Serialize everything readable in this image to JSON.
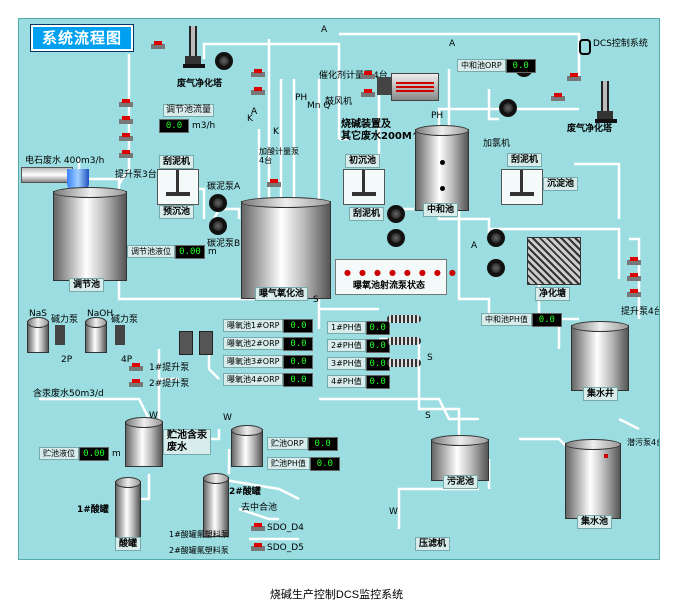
{
  "title": "系统流程图",
  "caption": "烧碱生产控制DCS监控系统",
  "dcs_label": "DCS控制系统",
  "labels": {
    "scrubber_1": "废气净化塔",
    "scrubber_2": "废气净化塔",
    "reg_flow": "调节池流量",
    "flow_unit": "m3/h",
    "carbide_water": "电石废水 400m3/h",
    "lift_pump": "提升泵3台",
    "scraper_1": "刮泥机",
    "scraper_2": "刮泥机",
    "scraper_3": "刮泥机",
    "pre_settling": "预沉池",
    "sludge_pump_a": "碳泥泵A",
    "sludge_pump_b": "碳泥泵B",
    "reg_tank": "调节池",
    "reg_level": "调节池液位",
    "level_unit": "m",
    "aeration_tank": "曝气氧化池",
    "meter_pump_1": "加酸计量泵4台",
    "meter_pump_2": "催化剂计量泵4台",
    "blower": "鼓风机",
    "primary_settling": "初沉池",
    "neutral_tank": "中和池",
    "add_acid": "加氯机",
    "settling": "沉淀池",
    "purify_tank": "净化塘",
    "other_water": "烧碱装置及\n其它废水200M^3/H",
    "aeration_pump_state": "曝氧池射流泵状态",
    "neutral_orp": "中和池ORP",
    "neutral_ph": "中和池PH值",
    "naoh": "NaOH",
    "nas": "NaS",
    "pump_2p": "2P",
    "pump_4p": "4P",
    "meter_a": "碱力泵",
    "meter_b": "碱力泵",
    "lift_1": "1#提升泵",
    "lift_2": "2#提升泵",
    "mercury_water": "含汞废水50m3/d",
    "storage_tank": "贮池含汞\n废水",
    "storage_level": "贮池液位",
    "storage_orp": "贮池ORP",
    "storage_ph": "贮池PH值",
    "collect_well": "集水井",
    "collect_tank": "集水池",
    "sludge_tank": "污泥池",
    "press": "压滤机",
    "acid_tank": "酸罐",
    "acid_1": "1#酸罐",
    "acid_2": "2#酸罐",
    "to_neutral": "去中合池",
    "acid_pump_1": "1#酸罐氟塑料泵",
    "acid_pump_2": "2#酸罐氟塑料泵",
    "sdo4": "SDO_D4",
    "sdo5": "SDO_D5",
    "submersible": "潜污泵4台",
    "lift_pump4": "提升泵4台",
    "line_a1": "A",
    "line_a2": "A",
    "line_k1": "K",
    "line_k2": "K",
    "line_ph": "PH",
    "line_mq": "Mn Q",
    "line_ph2": "PH",
    "line_s1": "S",
    "line_s2": "S",
    "line_s3": "S",
    "line_w1": "W",
    "line_w2": "W",
    "line_w3": "W",
    "line_a3": "A",
    "line_a4": "A"
  },
  "values": {
    "reg_flow": "0.0",
    "reg_level": "0.00",
    "neutral_orp": "0.0",
    "neutral_ph": "0.0",
    "orp1": "0.0",
    "orp2": "0.0",
    "orp3": "0.0",
    "orp4": "0.0",
    "ph1": "0.0",
    "ph2": "0.0",
    "ph3": "0.0",
    "ph4": "0.0",
    "storage_level": "0.00",
    "storage_orp": "0.0",
    "storage_ph": "0.0"
  },
  "sensor_labels": {
    "orp1": "曝氧池1#ORP",
    "orp2": "曝氧池2#ORP",
    "orp3": "曝氧池3#ORP",
    "orp4": "曝氧池4#ORP",
    "ph1": "1#PH值",
    "ph2": "2#PH值",
    "ph3": "3#PH值",
    "ph4": "4#PH值"
  },
  "colors": {
    "screen_bg": "#9bdde0",
    "value_text": "#22ff22",
    "title_bg": "#00a0f0",
    "alarm": "#dd0000"
  }
}
